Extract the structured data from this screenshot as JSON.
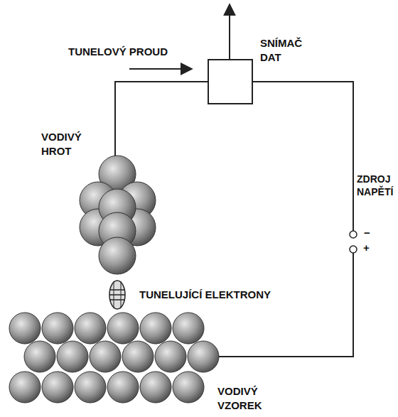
{
  "diagram": {
    "nodes": [
      {
        "text": [
          "SNÍMAČ DAT"
        ]
      }
    ],
    "labels": [
      "TUNELOVÝ PROUD",
      "VODIVÝ HROT",
      "TUNELUJÍCÍ ELEKTRONY",
      "ZDROJ NAPĚTÍ",
      "−",
      "+",
      "VODIVÝ VZOREK"
    ]
  }
}
